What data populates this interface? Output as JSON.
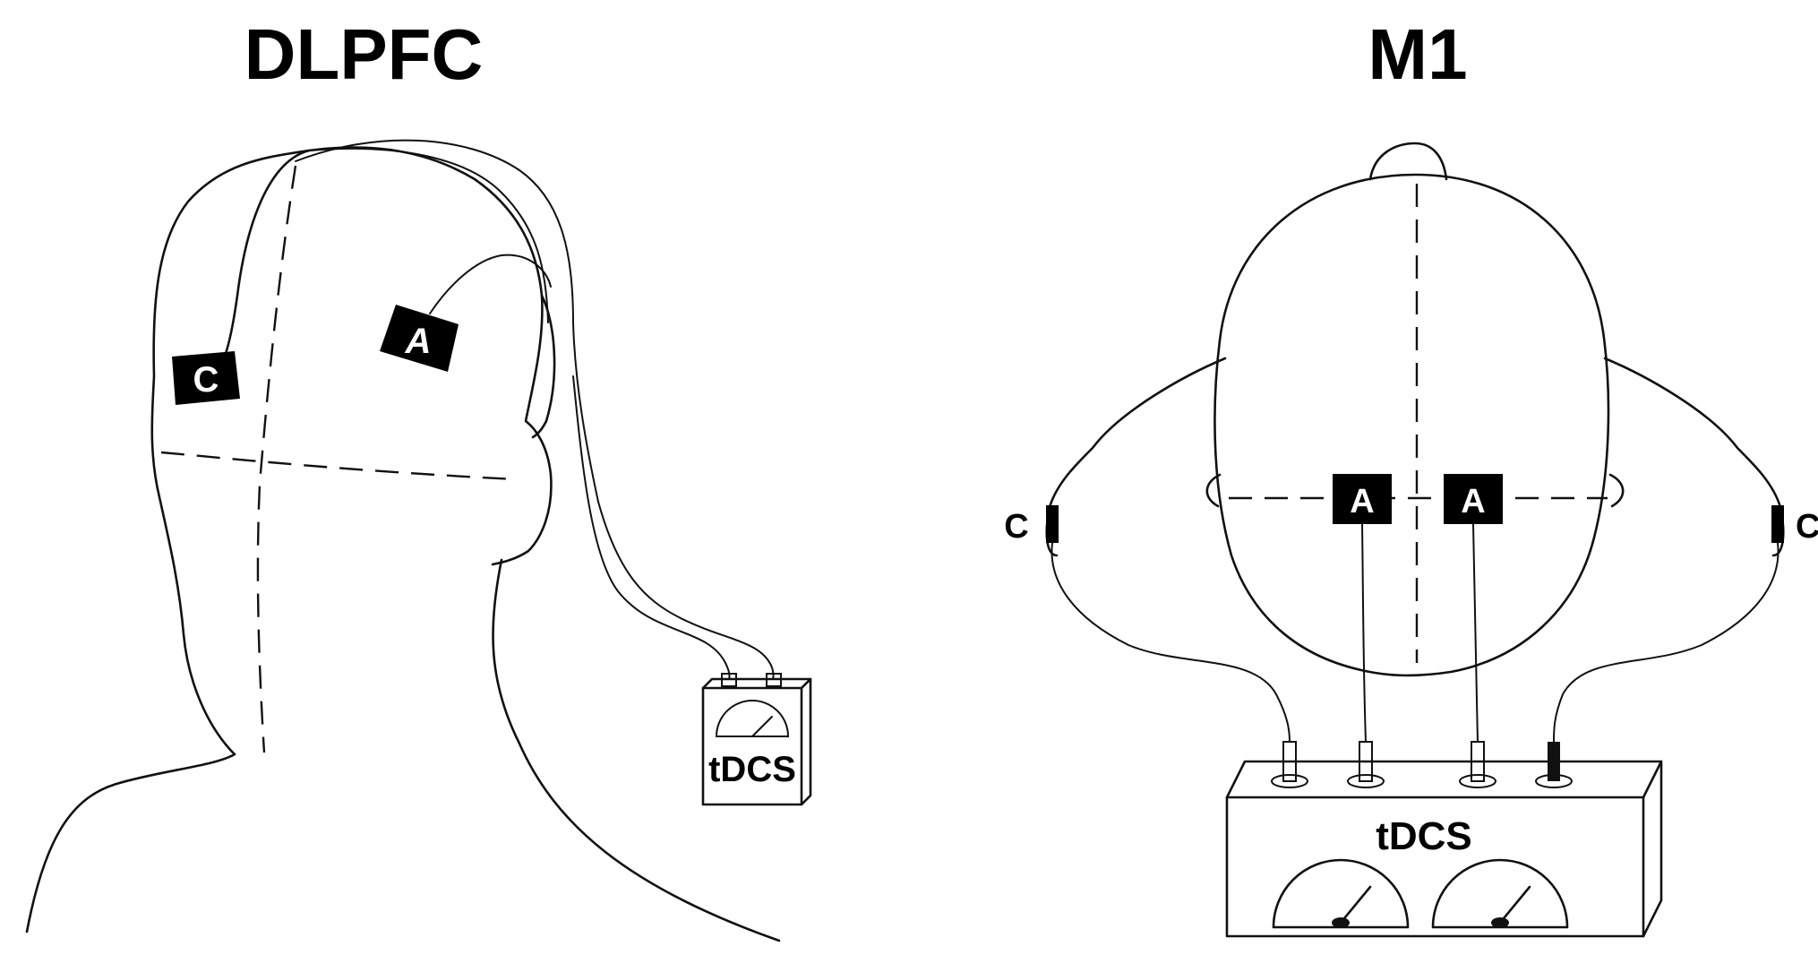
{
  "panels": {
    "left": {
      "title": "DLPFC",
      "electrode_cathode": "C",
      "electrode_anode": "A",
      "device_label": "tDCS"
    },
    "right": {
      "title": "M1",
      "electrode_anode_left": "A",
      "electrode_anode_right": "A",
      "electrode_cathode_left": "C",
      "electrode_cathode_right": "C",
      "device_label": "tDCS"
    }
  },
  "colors": {
    "ink": "#111111",
    "background": "#ffffff",
    "electrode_fill": "#000000"
  }
}
